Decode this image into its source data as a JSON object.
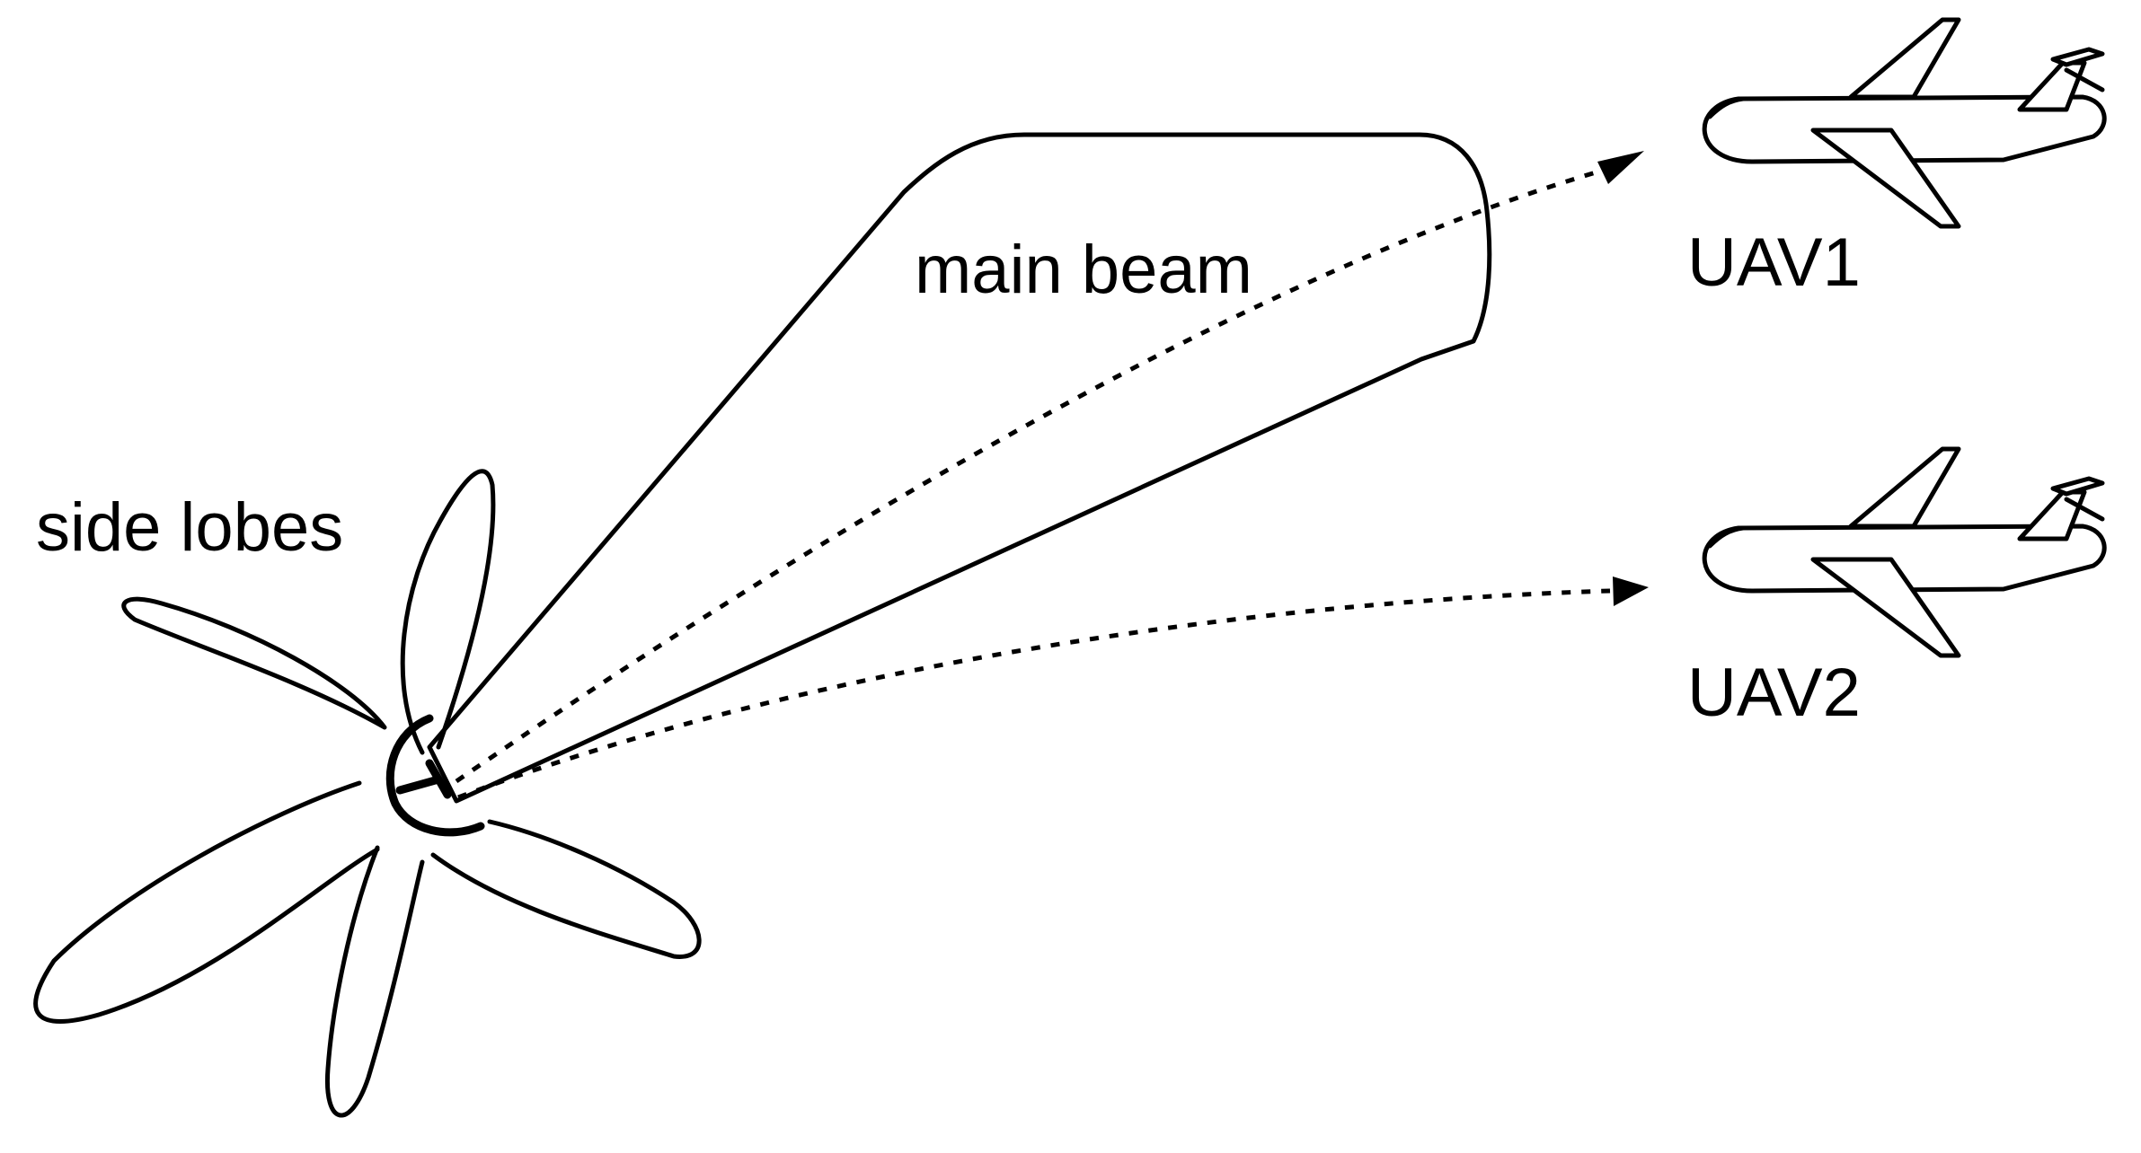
{
  "labels": {
    "main_beam": "main beam",
    "side_lobes": "side lobes",
    "uav1": "UAV1",
    "uav2": "UAV2"
  },
  "icons": {
    "antenna": "dish-antenna-icon",
    "aircraft": "airplane-icon"
  },
  "colors": {
    "stroke": "#000000",
    "background": "#ffffff"
  }
}
